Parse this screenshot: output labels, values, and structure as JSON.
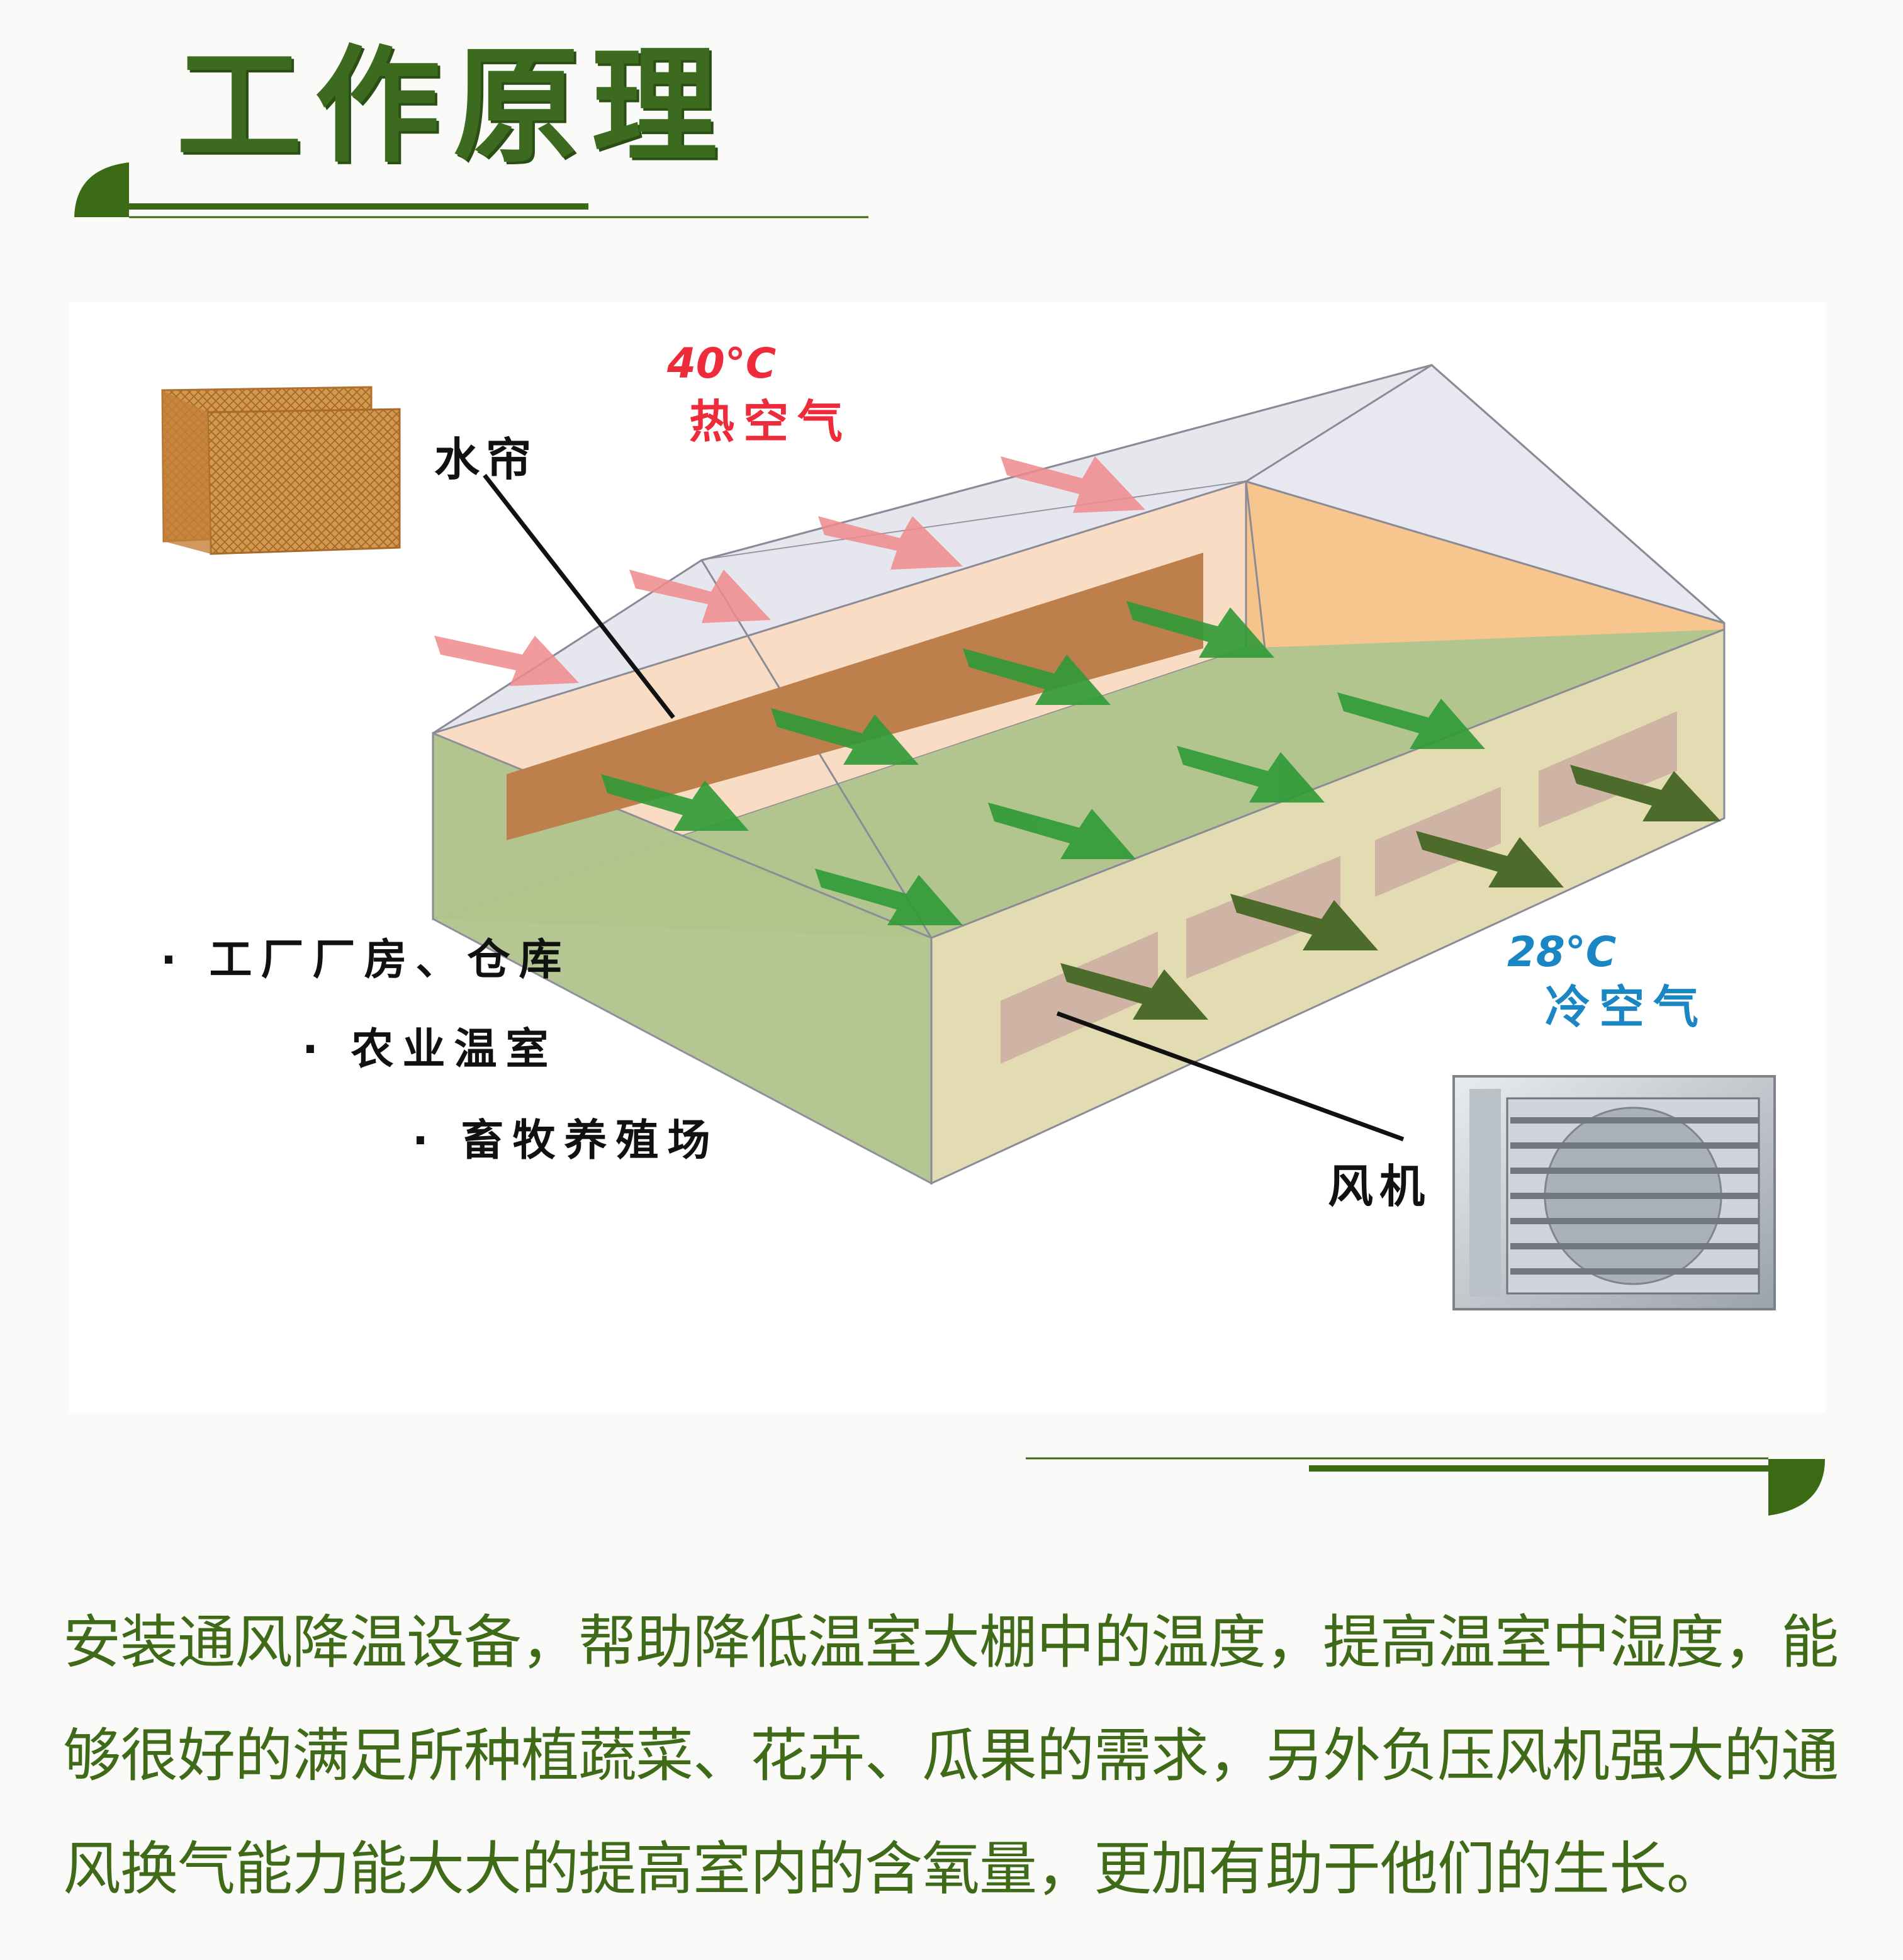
{
  "title": "工作原理",
  "diagram": {
    "hot_air": {
      "temp": "40°C",
      "label": "热空气",
      "color": "#ee2b3a"
    },
    "cold_air": {
      "temp": "28°C",
      "label": "冷空气",
      "color": "#1a86c4"
    },
    "callouts": {
      "water_curtain": "水帘",
      "fan": "风机"
    },
    "applications": [
      "· 工厂厂房、仓库",
      "· 农业温室",
      "· 畜牧养殖场"
    ]
  },
  "description": {
    "lines": [
      "安装通风降温设备，帮助降低温室大棚中的温度，提高温室中湿度，能",
      "够很好的满足所种植蔬菜、花卉、瓜果的需求，另外负压风机强大的通",
      "风换气能力能大大的提高室内的含氧量，更加有助于他们的生长。"
    ]
  },
  "colors": {
    "title_green": "#3c6b1f",
    "text_green": "#3f6a18",
    "arrow_green": "#2f9a36",
    "arrow_dark_green": "#4d6b2a",
    "hot_arrow": "#f08a8c"
  }
}
